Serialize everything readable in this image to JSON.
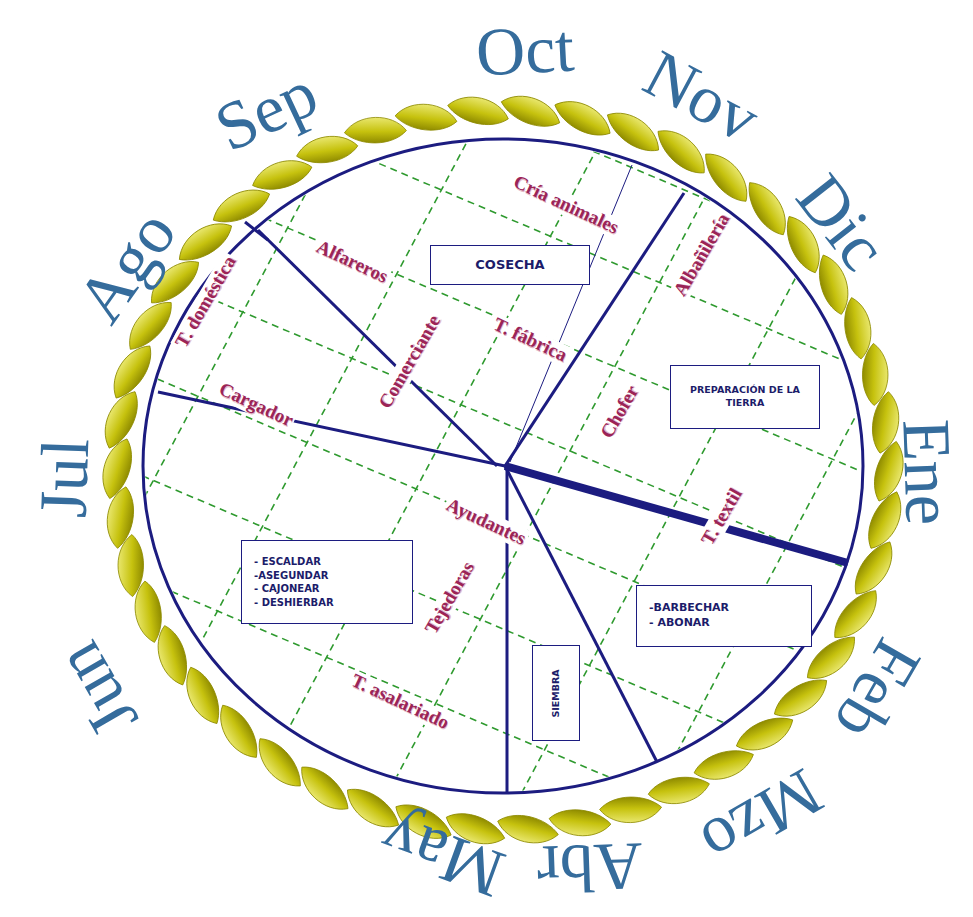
{
  "diagram": {
    "nodes": [
      {
        "text": [
          "COSECHA"
        ]
      },
      {
        "text": [
          "PREPARACIÓN DE LA TIERRA"
        ]
      },
      {
        "text": [
          "- ESCALDAR -ASEGUNDAR - CAJONEAR - DESHIERBAR"
        ]
      },
      {
        "text": [
          "-BARBECHAR - ABONAR"
        ]
      },
      {
        "text": [
          "SIEMBRA"
        ]
      }
    ],
    "edges": [],
    "labels": [
      "Oct",
      "Nov",
      "Dic",
      "Ene",
      "Feb",
      "Mzo",
      "Abr",
      "May",
      "Jun",
      "Jul",
      "Ago",
      "Sep",
      "Cría animales",
      "Alfareros",
      "Albañilería",
      "T. doméstica",
      "Comerciante",
      "T. fábrica",
      "Chofer",
      "Cargador",
      "Ayudantes",
      "T. textil",
      "Tejedoras",
      "T. asalariado"
    ]
  }
}
